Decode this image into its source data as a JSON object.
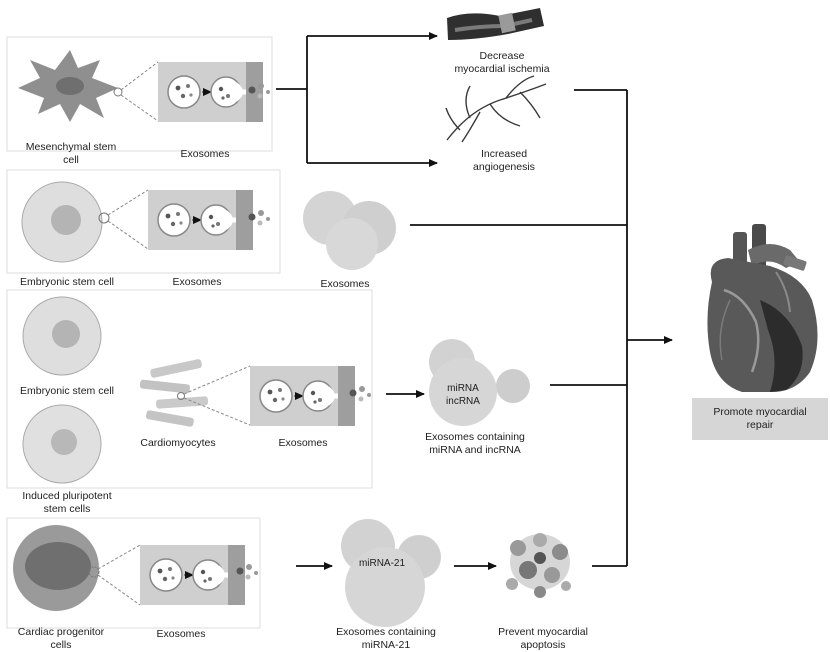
{
  "rows": {
    "msc": {
      "cell_label": "Mesenchymal stem\ncell",
      "exosome_label": "Exosomes",
      "outcome_top": "Decrease\nmyocardial ischemia",
      "outcome_bottom": "Increased\nangiogenesis"
    },
    "esc": {
      "cell_label": "Embryonic stem cell",
      "exosome_label": "Exosomes",
      "cluster_label": "Exosomes"
    },
    "cardiomyocyte": {
      "cell_top_label": "Embryonic stem cell",
      "cell_bottom_label": "Induced pluripotent\nstem cells",
      "cardio_label": "Cardiomyocytes",
      "exosome_label": "Exosomes",
      "cluster_text": "miRNA\nincRNA",
      "cluster_label": "Exosomes containing\nmiRNA and incRNA"
    },
    "cpc": {
      "cell_label": "Cardiac progenitor\ncells",
      "exosome_label": "Exosomes",
      "cluster_text": "miRNA-21",
      "cluster_label": "Exosomes containing\nmiRNA-21",
      "outcome_label": "Prevent myocardial\napoptosis"
    }
  },
  "result": {
    "label": "Promote myocardial\nrepair"
  },
  "colors": {
    "line": "#111111",
    "cell_fill": "#dedede",
    "nucleus": "#b4b4b4",
    "msc_fill": "#8f8f8f",
    "cluster": "#d0d0d0",
    "result_fill": "#d6d6d6"
  },
  "icons": [
    "mesenchymal-cell-icon",
    "embryonic-cell-icon",
    "cardiomyocyte-icon",
    "progenitor-cell-icon",
    "vessel-icon",
    "angiogenesis-icon",
    "apoptosis-icon",
    "heart-icon"
  ]
}
